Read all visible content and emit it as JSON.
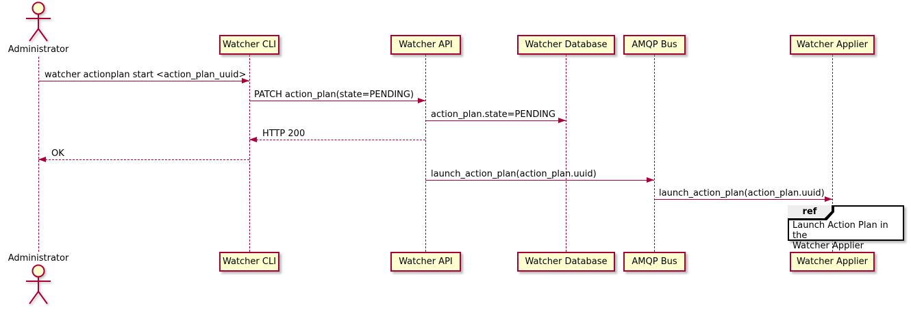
{
  "diagram": {
    "actor": {
      "name": "Administrator"
    },
    "participants": [
      {
        "name": "Watcher CLI"
      },
      {
        "name": "Watcher API"
      },
      {
        "name": "Watcher Database"
      },
      {
        "name": "AMQP Bus"
      },
      {
        "name": "Watcher Applier"
      }
    ],
    "messages": [
      {
        "from": "Administrator",
        "to": "Watcher CLI",
        "label": "watcher actionplan start <action_plan_uuid>",
        "line": "solid",
        "direction": "right"
      },
      {
        "from": "Watcher CLI",
        "to": "Watcher API",
        "label": "PATCH action_plan(state=PENDING)",
        "line": "solid",
        "direction": "right"
      },
      {
        "from": "Watcher API",
        "to": "Watcher Database",
        "label": "action_plan.state=PENDING",
        "line": "solid",
        "direction": "right"
      },
      {
        "from": "Watcher API",
        "to": "Watcher CLI",
        "label": "HTTP 200",
        "line": "dashed",
        "direction": "left"
      },
      {
        "from": "Watcher CLI",
        "to": "Administrator",
        "label": "OK",
        "line": "dashed",
        "direction": "left"
      },
      {
        "from": "Watcher API",
        "to": "AMQP Bus",
        "label": "launch_action_plan(action_plan.uuid)",
        "line": "solid",
        "direction": "right"
      },
      {
        "from": "AMQP Bus",
        "to": "Watcher Applier",
        "label": "launch_action_plan(action_plan.uuid)",
        "line": "solid",
        "direction": "right"
      }
    ],
    "ref_fragment": {
      "keyword": "ref",
      "lines": [
        "Launch Action Plan in the",
        "Watcher Applier"
      ]
    },
    "colors": {
      "participant_fill": "#FEFECE",
      "stroke": "#A80036",
      "text": "#000000",
      "ref_border": "#000000",
      "ref_tab_fill": "#EEEEEE",
      "background": "#FFFFFF"
    }
  }
}
